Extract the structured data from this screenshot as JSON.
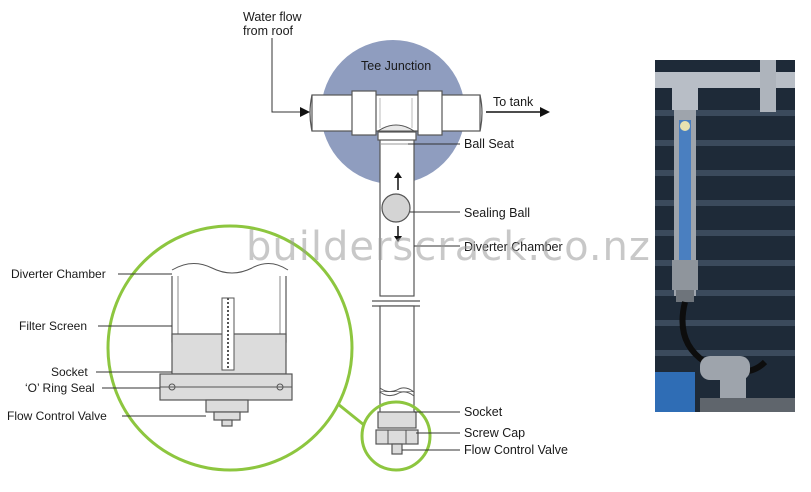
{
  "labels": {
    "water_flow": [
      "Water flow",
      "from roof"
    ],
    "tee_junction": "Tee Junction",
    "to_tank": "To tank",
    "ball_seat": "Ball Seat",
    "sealing_ball": "Sealing Ball",
    "diverter_chamber": "Diverter Chamber",
    "socket": "Socket",
    "screw_cap": "Screw Cap",
    "flow_control_valve": "Flow Control Valve"
  },
  "detail_labels": {
    "diverter_chamber": "Diverter Chamber",
    "filter_screen": "Filter Screen",
    "socket": "Socket",
    "o_ring_seal": "‘O’ Ring Seal",
    "flow_control_valve": "Flow Control Valve"
  },
  "watermark": "builderscrack.co.nz",
  "colors": {
    "highlight_circle": "#8f9dbf",
    "detail_ring": "#8dc63f",
    "photo_pipe_blue": "#4a7fc0",
    "photo_wall": "#1e2a38"
  }
}
